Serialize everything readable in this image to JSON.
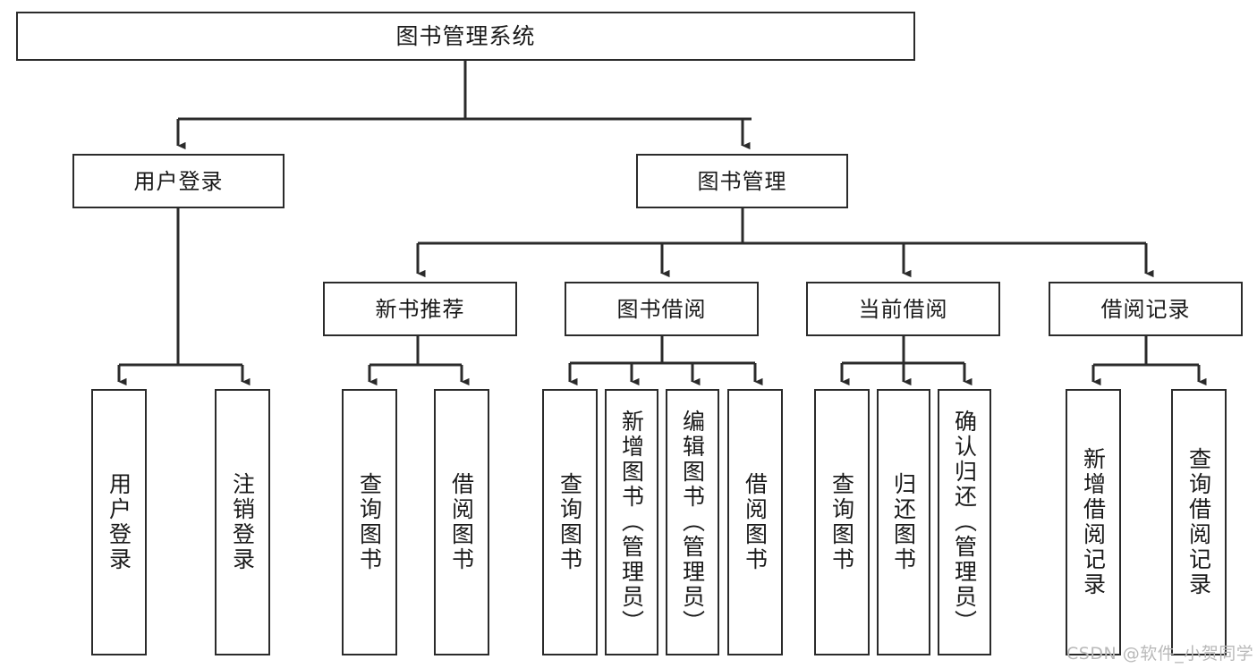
{
  "diagram": {
    "type": "tree",
    "title": "图书管理系统",
    "orientation": "top-down",
    "colors": {
      "box_border": "#2b2b2b",
      "box_fill": "#ffffff",
      "connector": "#2b2b2b",
      "text": "#1a1a1a",
      "watermark": "#b9b9b9"
    },
    "levels": {
      "root": "图书管理系统",
      "level2": [
        "用户登录",
        "图书管理"
      ],
      "level3": [
        "新书推荐",
        "图书借阅",
        "当前借阅",
        "借阅记录"
      ],
      "leaves": [
        "用户登录",
        "注销登录",
        "查询图书",
        "借阅图书",
        "查询图书",
        "新增图书（管理员）",
        "编辑图书（管理员）",
        "借阅图书",
        "查询图书",
        "归还图书",
        "确认归还（管理员）",
        "新增借阅记录",
        "查询借阅记录"
      ]
    }
  },
  "nodes": {
    "root": {
      "label": "图书管理系统"
    },
    "user_login": {
      "label": "用户登录"
    },
    "book_manage": {
      "label": "图书管理"
    },
    "new_book_rec": {
      "label": "新书推荐"
    },
    "book_borrow": {
      "label": "图书借阅"
    },
    "current_borrow": {
      "label": "当前借阅"
    },
    "borrow_record": {
      "label": "借阅记录"
    },
    "leaf_user_login": {
      "label": "用户登录"
    },
    "leaf_logout": {
      "label": "注销登录"
    },
    "leaf_query_book_a": {
      "label": "查询图书"
    },
    "leaf_borrow_book_a": {
      "label": "借阅图书"
    },
    "leaf_query_book_b": {
      "label": "查询图书"
    },
    "leaf_add_book_admin": {
      "label": "新增图书（管理员）"
    },
    "leaf_edit_book_admin": {
      "label": "编辑图书（管理员）"
    },
    "leaf_borrow_book_b": {
      "label": "借阅图书"
    },
    "leaf_query_book_c": {
      "label": "查询图书"
    },
    "leaf_return_book": {
      "label": "归还图书"
    },
    "leaf_confirm_return_admin": {
      "label": "确认归还（管理员）"
    },
    "leaf_add_borrow_record": {
      "label": "新增借阅记录"
    },
    "leaf_query_borrow_record": {
      "label": "查询借阅记录"
    }
  },
  "watermark": {
    "text": "CSDN @软件_小贺同学"
  }
}
